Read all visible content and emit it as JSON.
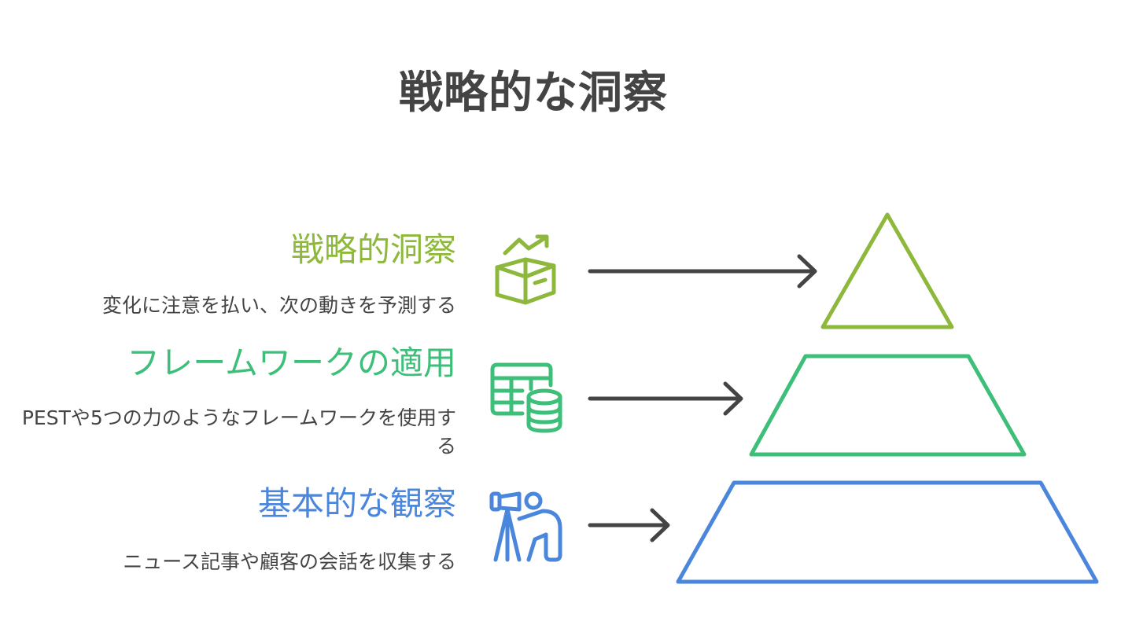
{
  "title": "戦略的な洞察",
  "levels": [
    {
      "heading": "戦略的洞察",
      "description": "変化に注意を払い、次の動きを予測する",
      "color": "#8DB83B",
      "icon": "growth-box-icon"
    },
    {
      "heading": "フレームワークの適用",
      "description": "PESTや5つの力のようなフレームワークを使用する",
      "color": "#3DBF7A",
      "icon": "table-database-icon"
    },
    {
      "heading": "基本的な観察",
      "description": "ニュース記事や顧客の会話を収集する",
      "color": "#4A86DB",
      "icon": "telescope-observer-icon"
    }
  ]
}
